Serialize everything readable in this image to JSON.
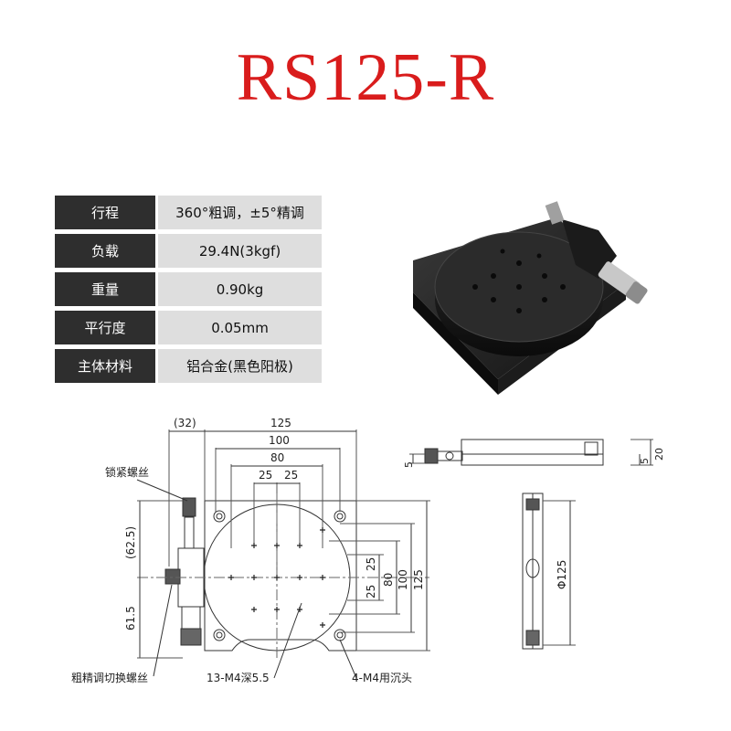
{
  "title": "RS125-R",
  "specs": [
    {
      "label": "行程",
      "value": "360°粗调，±5°精调"
    },
    {
      "label": "负载",
      "value": "29.4N(3kgf)"
    },
    {
      "label": "重量",
      "value": "0.90kg"
    },
    {
      "label": "平行度",
      "value": "0.05mm"
    },
    {
      "label": "主体材料",
      "value": "铝合金(黑色阳极)"
    }
  ],
  "drawing": {
    "dims_top": {
      "d32": "(32)",
      "d125": "125",
      "d100": "100",
      "d80": "80",
      "d25a": "25",
      "d25b": "25"
    },
    "dims_left": {
      "d62_5": "(62.5)",
      "d61_5": "61.5"
    },
    "dims_right": {
      "d25a": "25",
      "d25b": "25",
      "d80": "80",
      "d100": "100",
      "d125": "125"
    },
    "callouts": {
      "lock_screw": "锁紧螺丝",
      "switch_screw": "粗精调切换螺丝",
      "tapped_holes": "13-M4深5.5",
      "counterbore": "4-M4用沉头"
    },
    "side_view": {
      "d5": "5",
      "d20": "20",
      "d5b": "5"
    },
    "end_view": {
      "diameter": "Φ125"
    }
  }
}
